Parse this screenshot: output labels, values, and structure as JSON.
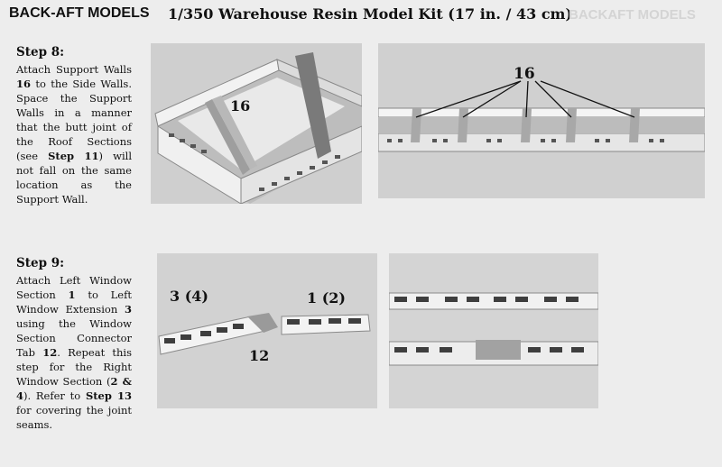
{
  "header": {
    "brand": "BACK-AFT MODELS",
    "title": "1/350 Warehouse Resin Model Kit (17 in. / 43 cm)"
  },
  "step8": {
    "heading": "Step 8:",
    "t1": "Attach Support Walls ",
    "p1": "16",
    "t2": " to the Side Walls. Space the Support Walls in a manner that the butt joint of the Roof Sections (see ",
    "s1": "Step 11",
    "t3": ") will not fall on the same location as the Support Wall.",
    "photo1_label": "16",
    "photo2_label": "16"
  },
  "step9": {
    "heading": "Step 9:",
    "t1": "Attach Left Window Section ",
    "p1": "1",
    "t2": " to Left Window Extension ",
    "p2": "3",
    "t3": " using the Window Section Connector Tab ",
    "p3": "12",
    "t4": ". Repeat this step for the Right Window Section (",
    "p4": "2 & 4",
    "t5": "). Refer to ",
    "s1": "Step 13",
    "t6": " for covering the joint seams.",
    "label_left": "3 (4)",
    "label_right": "1 (2)",
    "label_tab": "12"
  }
}
